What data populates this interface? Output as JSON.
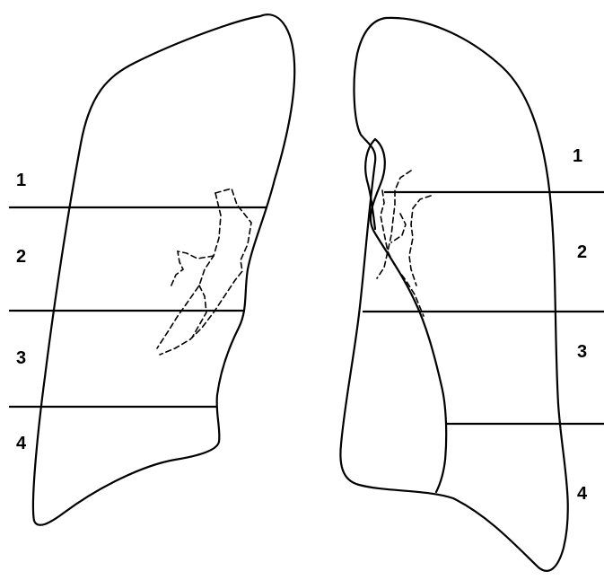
{
  "left_lung": {
    "zone_labels": [
      "1",
      "2",
      "3",
      "4"
    ]
  },
  "right_lung": {
    "zone_labels": [
      "1",
      "2",
      "3",
      "4"
    ]
  },
  "colors": {
    "stroke": "#000000",
    "background": "#ffffff"
  }
}
